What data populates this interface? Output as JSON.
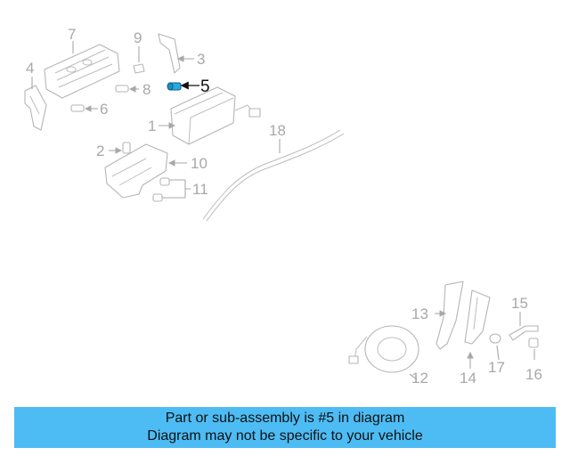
{
  "diagram": {
    "callouts": {
      "c1": "1",
      "c2": "2",
      "c3": "3",
      "c4": "4",
      "c5": "5",
      "c6": "6",
      "c7": "7",
      "c8": "8",
      "c9": "9",
      "c10": "10",
      "c11": "11",
      "c12": "12",
      "c13": "13",
      "c14": "14",
      "c15": "15",
      "c16": "16",
      "c17": "17",
      "c18": "18"
    },
    "highlight_part": "5",
    "colors": {
      "highlight": "#2aa8e0",
      "line": "#b5b5b5",
      "banner": "#4dbcf4"
    }
  },
  "banner": {
    "line1": "Part or sub-assembly is #5 in diagram",
    "line2": "Diagram may not be specific to your vehicle"
  }
}
